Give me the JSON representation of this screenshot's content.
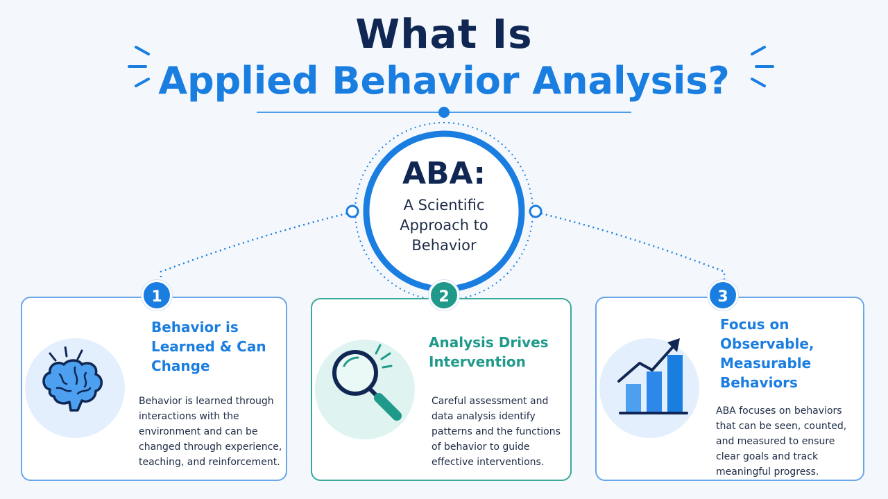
{
  "header": {
    "line1": "What Is",
    "line2": "Applied Behavior Analysis?"
  },
  "hub": {
    "main": "ABA:",
    "sub": "A Scientific Approach to Behavior"
  },
  "cards": [
    {
      "number": "1",
      "title": "Behavior is Learned & Can Change",
      "body": "Behavior is learned through interactions with the environment and can be changed through experience, teaching, and reinforcement.",
      "icon": "brain-icon",
      "color": "#1a7de0"
    },
    {
      "number": "2",
      "title": "Analysis Drives Intervention",
      "body": "Careful assessment and data analysis identify patterns and the functions of behavior to guide effective interventions.",
      "icon": "magnifying-glass-icon",
      "color": "#1f9a8a"
    },
    {
      "number": "3",
      "title": "Focus on Observable, Measurable Behaviors",
      "body": "ABA focuses on behaviors that can be seen, counted, and measured to ensure clear goals and track meaningful progress.",
      "icon": "bar-chart-growth-icon",
      "color": "#1a7de0"
    }
  ],
  "colors": {
    "navy": "#0f2752",
    "blue": "#1a7de0",
    "teal": "#1f9a8a"
  }
}
